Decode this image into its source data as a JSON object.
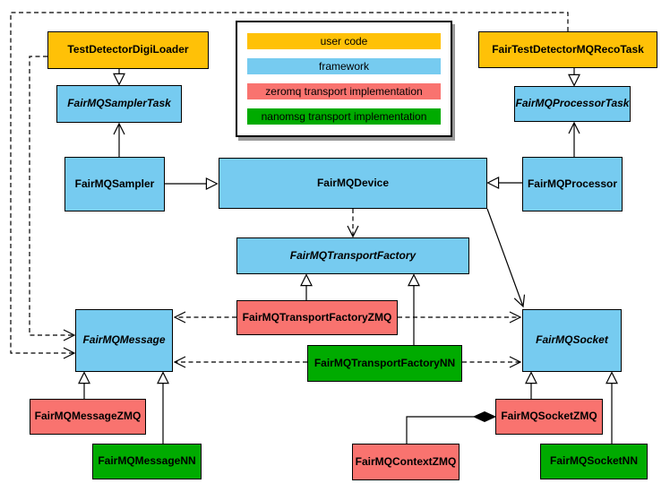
{
  "colors": {
    "user_code": "#ffc107",
    "framework": "#76cbf0",
    "zeromq": "#f9736f",
    "nanomsg": "#00ab00"
  },
  "legend": {
    "items": [
      {
        "label": "user code",
        "color_key": "user_code"
      },
      {
        "label": "framework",
        "color_key": "framework"
      },
      {
        "label": "zeromq transport implementation",
        "color_key": "zeromq"
      },
      {
        "label": "nanomsg transport implementation",
        "color_key": "nanomsg"
      }
    ]
  },
  "nodes": {
    "digiloader": {
      "label": "TestDetectorDigiLoader",
      "category": "user code",
      "abstract": false
    },
    "recotask": {
      "label": "FairTestDetectorMQRecoTask",
      "category": "user code",
      "abstract": false
    },
    "samplertask": {
      "label": "FairMQSamplerTask",
      "category": "framework",
      "abstract": true
    },
    "processortask": {
      "label": "FairMQProcessorTask",
      "category": "framework",
      "abstract": true
    },
    "sampler": {
      "label": "FairMQSampler",
      "category": "framework",
      "abstract": false
    },
    "device": {
      "label": "FairMQDevice",
      "category": "framework",
      "abstract": false
    },
    "processor": {
      "label": "FairMQProcessor",
      "category": "framework",
      "abstract": false
    },
    "factory": {
      "label": "FairMQTransportFactory",
      "category": "framework",
      "abstract": true
    },
    "factoryzmq": {
      "label": "FairMQTransportFactoryZMQ",
      "category": "zeromq",
      "abstract": false
    },
    "factorynn": {
      "label": "FairMQTransportFactoryNN",
      "category": "nanomsg",
      "abstract": false
    },
    "message": {
      "label": "FairMQMessage",
      "category": "framework",
      "abstract": true
    },
    "socket": {
      "label": "FairMQSocket",
      "category": "framework",
      "abstract": true
    },
    "messagezmq": {
      "label": "FairMQMessageZMQ",
      "category": "zeromq",
      "abstract": false
    },
    "messagenn": {
      "label": "FairMQMessageNN",
      "category": "nanomsg",
      "abstract": false
    },
    "socketzmq": {
      "label": "FairMQSocketZMQ",
      "category": "zeromq",
      "abstract": false
    },
    "socketnn": {
      "label": "FairMQSocketNN",
      "category": "nanomsg",
      "abstract": false
    },
    "contextzmq": {
      "label": "FairMQContextZMQ",
      "category": "zeromq",
      "abstract": false
    }
  },
  "edges": [
    {
      "from": "digiloader",
      "to": "samplertask",
      "type": "inheritance"
    },
    {
      "from": "recotask",
      "to": "processortask",
      "type": "inheritance"
    },
    {
      "from": "sampler",
      "to": "device",
      "type": "inheritance"
    },
    {
      "from": "processor",
      "to": "device",
      "type": "inheritance"
    },
    {
      "from": "factoryzmq",
      "to": "factory",
      "type": "inheritance"
    },
    {
      "from": "factorynn",
      "to": "factory",
      "type": "inheritance"
    },
    {
      "from": "messagezmq",
      "to": "message",
      "type": "inheritance"
    },
    {
      "from": "messagenn",
      "to": "message",
      "type": "inheritance"
    },
    {
      "from": "socketzmq",
      "to": "socket",
      "type": "inheritance"
    },
    {
      "from": "socketnn",
      "to": "socket",
      "type": "inheritance"
    },
    {
      "from": "sampler",
      "to": "samplertask",
      "type": "association"
    },
    {
      "from": "processor",
      "to": "processortask",
      "type": "association"
    },
    {
      "from": "device",
      "to": "socket",
      "type": "association"
    },
    {
      "from": "device",
      "to": "factory",
      "type": "dependency"
    },
    {
      "from": "factoryzmq",
      "to": "message",
      "type": "dependency"
    },
    {
      "from": "factoryzmq",
      "to": "socket",
      "type": "dependency"
    },
    {
      "from": "factorynn",
      "to": "message",
      "type": "dependency"
    },
    {
      "from": "factorynn",
      "to": "socket",
      "type": "dependency"
    },
    {
      "from": "recotask",
      "to": "message",
      "type": "dependency"
    },
    {
      "from": "digiloader",
      "to": "message",
      "type": "dependency"
    },
    {
      "from": "contextzmq",
      "to": "socketzmq",
      "type": "composition"
    }
  ]
}
